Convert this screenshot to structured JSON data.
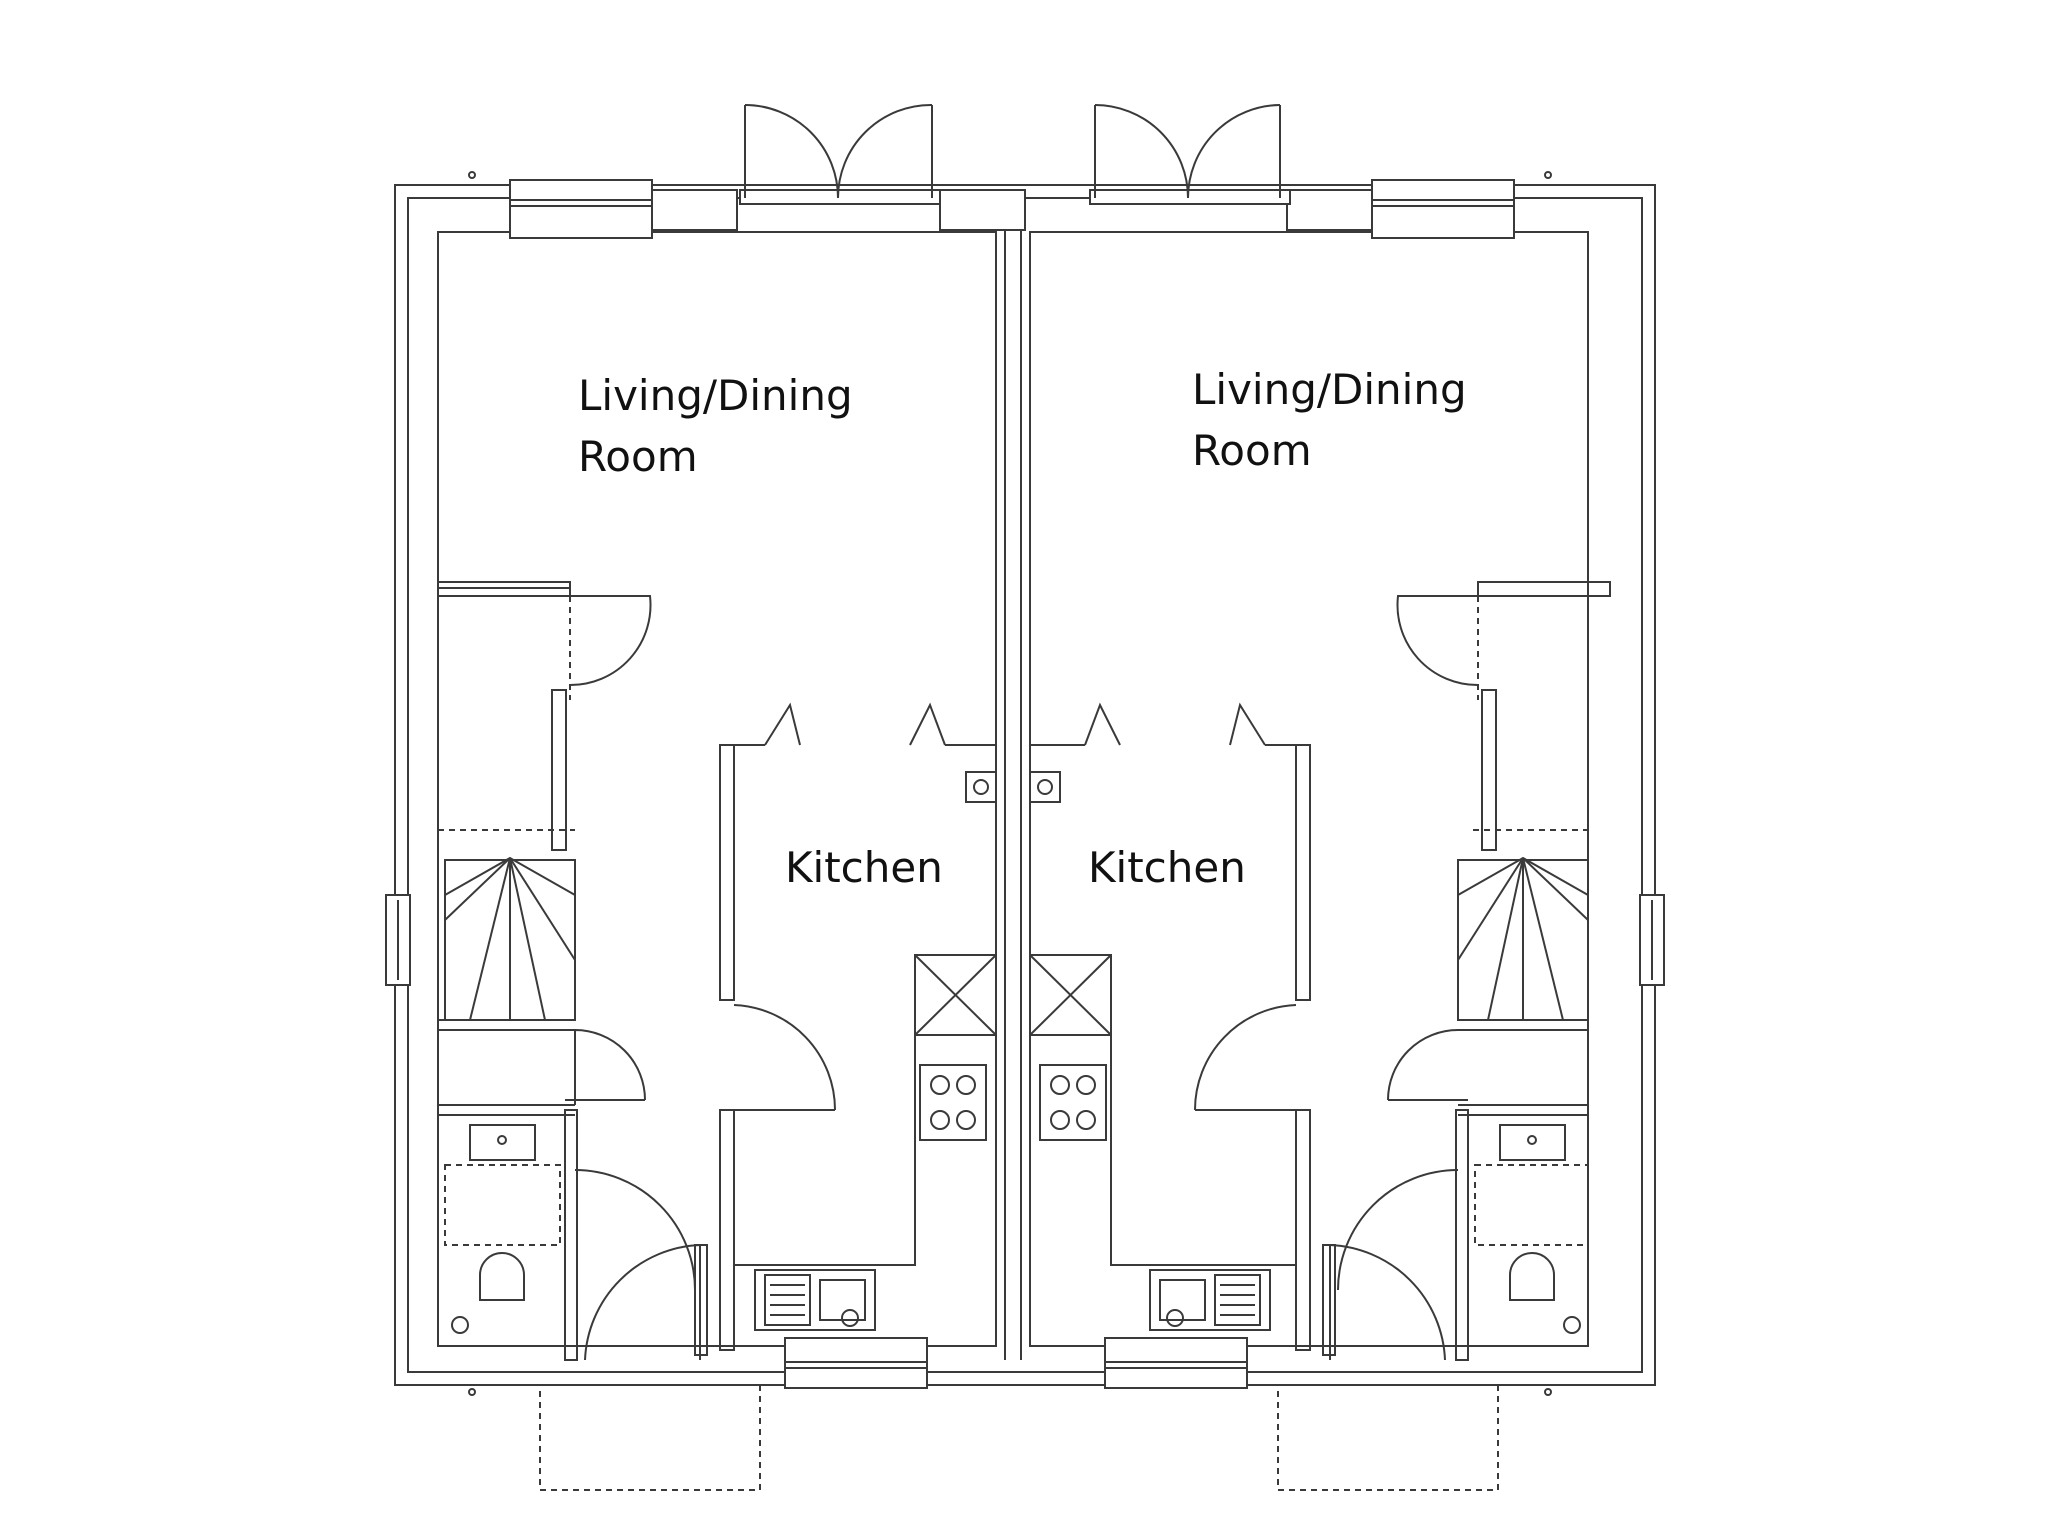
{
  "left_unit": {
    "living_line1": "Living/Dining",
    "living_line2": "Room",
    "kitchen": "Kitchen"
  },
  "right_unit": {
    "living_line1": "Living/Dining",
    "living_line2": "Room",
    "kitchen": "Kitchen"
  },
  "colors": {
    "line": "#3a3a3a",
    "background": "#ffffff",
    "text": "#111111"
  }
}
